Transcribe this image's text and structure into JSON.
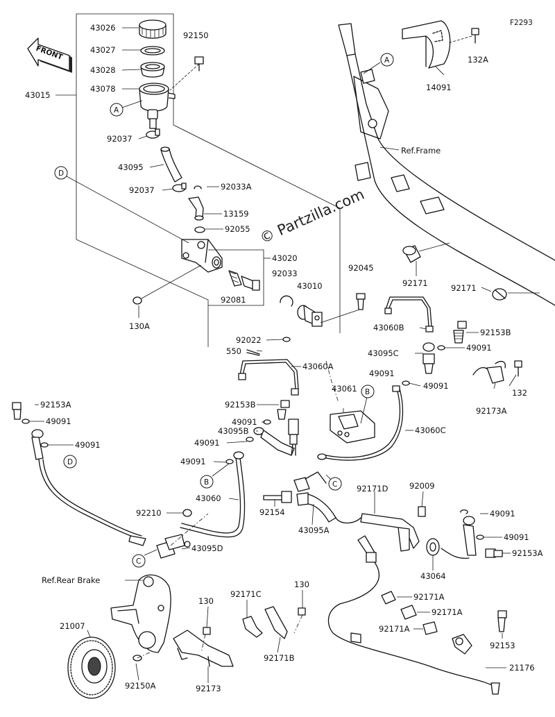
{
  "diagram_code": "F2293",
  "watermark": "© Partzilla.com",
  "front_arrow": "FRONT",
  "refs": {
    "frame": "Ref.Frame",
    "rear_brake": "Ref.Rear Brake"
  },
  "callouts": {
    "A": "A",
    "B": "B",
    "C": "C",
    "D": "D"
  },
  "parts": {
    "p43026": "43026",
    "p43027": "43027",
    "p43028": "43028",
    "p43078": "43078",
    "p43015": "43015",
    "p92150": "92150",
    "p92037a": "92037",
    "p43095": "43095",
    "p92037b": "92037",
    "p92033A": "92033A",
    "p13159": "13159",
    "p92055": "92055",
    "p43020": "43020",
    "p92033": "92033",
    "p92081": "92081",
    "p43010": "43010",
    "p92045": "92045",
    "p130A": "130A",
    "p92022": "92022",
    "p550": "550",
    "p43060A": "43060A",
    "p132A": "132A",
    "p14091": "14091",
    "p92171a": "92171",
    "p92171b": "92171",
    "p43060B": "43060B",
    "p92153B_r": "92153B",
    "p49091_r1": "49091",
    "p43095C": "43095C",
    "p49091_r2": "49091",
    "p49091_r3": "49091",
    "p132": "132",
    "p92173A": "92173A",
    "p43061": "43061",
    "p43060C": "43060C",
    "p92153A": "92153A",
    "p49091_l1": "49091",
    "p49091_l2": "49091",
    "p92153B_m": "92153B",
    "p49091_m1": "49091",
    "p43095B": "43095B",
    "p49091_m2": "49091",
    "p49091_m3": "49091",
    "p43060": "43060",
    "p92210": "92210",
    "p43095D": "43095D",
    "p92154": "92154",
    "p43095A": "43095A",
    "p92171D": "92171D",
    "p92009": "92009",
    "p49091_b1": "49091",
    "p49091_b2": "49091",
    "p92153A_b": "92153A",
    "p43064": "43064",
    "p92171A_1": "92171A",
    "p92171A_2": "92171A",
    "p92171A_3": "92171A",
    "p92153": "92153",
    "p21176": "21176",
    "p21007": "21007",
    "p130_a": "130",
    "p130_b": "130",
    "p92171C": "92171C",
    "p92171B": "92171B",
    "p92150A": "92150A",
    "p92173": "92173"
  }
}
